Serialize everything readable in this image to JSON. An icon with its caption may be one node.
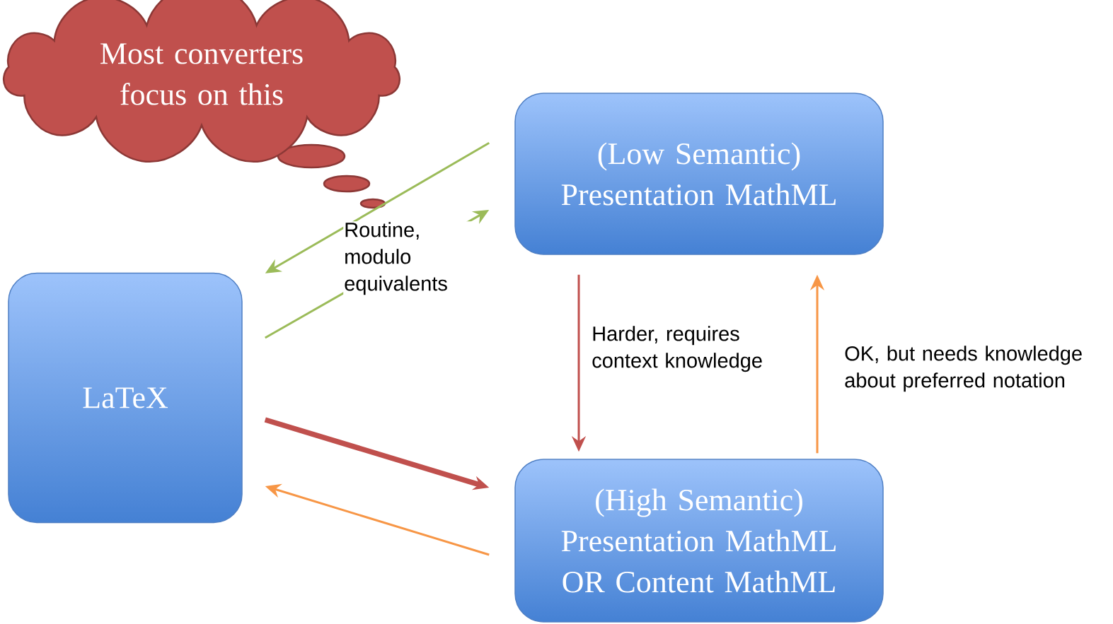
{
  "diagram": {
    "nodes": [
      {
        "text": [
          "Most converters focus on this"
        ]
      },
      {
        "text": [
          "LaTeX"
        ]
      },
      {
        "text": [
          "(Low Semantic) Presentation MathML"
        ]
      },
      {
        "text": [
          "(High Semantic) Presentation MathML OR Content MathML"
        ]
      }
    ],
    "edges": [
      {
        "from": 2,
        "to": 1,
        "arrow": "to",
        "color": "#9bbb59",
        "label": "Routine, modulo equivalents"
      },
      {
        "from": 1,
        "to": 2,
        "arrow": "to",
        "color": "#9bbb59"
      },
      {
        "from": 1,
        "to": 3,
        "arrow": "to",
        "color": "#c0504d",
        "style": "thick"
      },
      {
        "from": 3,
        "to": 1,
        "arrow": "to",
        "color": "#f79646"
      },
      {
        "from": 2,
        "to": 3,
        "arrow": "to",
        "color": "#c0504d",
        "label": "Harder, requires context knowledge"
      },
      {
        "from": 3,
        "to": 2,
        "arrow": "to",
        "color": "#f79646",
        "label": "OK, but needs knowledge about preferred notation"
      }
    ]
  }
}
